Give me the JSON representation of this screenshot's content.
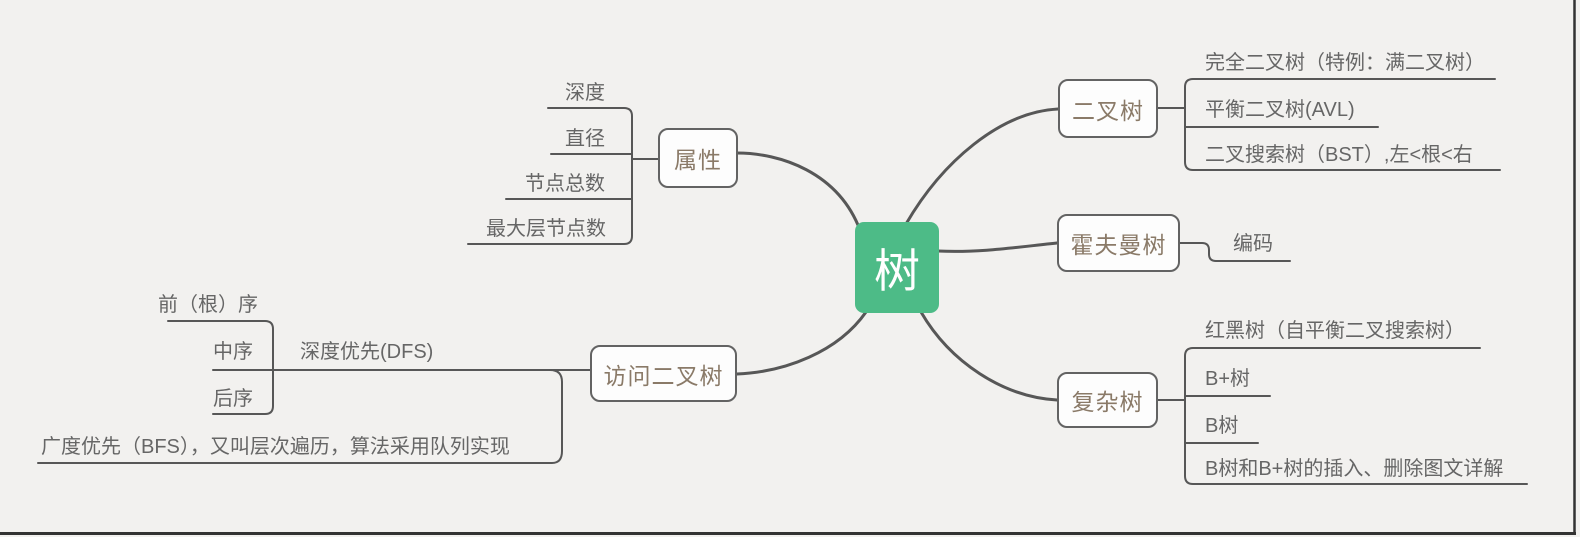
{
  "root": {
    "label": "树"
  },
  "colors": {
    "canvas_bg": "#f2f1ef",
    "root_node_bg": "#4dbb87",
    "root_node_text": "#ffffff",
    "connector_line": "#575757",
    "topic_box_border": "#636363",
    "topic_box_text": "#8a7a68",
    "leaf_text": "#666666",
    "window_edge": "#333333"
  },
  "branches": {
    "attributes": {
      "label": "属性",
      "children": [
        "深度",
        "直径",
        "节点总数",
        "最大层节点数"
      ]
    },
    "binary": {
      "label": "二叉树",
      "children": [
        "完全二叉树（特例：满二叉树）",
        "平衡二叉树(AVL)",
        "二叉搜索树（BST）,左<根<右"
      ]
    },
    "huffman": {
      "label": "霍夫曼树",
      "children": [
        "编码"
      ]
    },
    "complex": {
      "label": "复杂树",
      "children": [
        "红黑树（自平衡二叉搜索树）",
        "B+树",
        "B树",
        "B树和B+树的插入、删除图文详解"
      ]
    },
    "visit": {
      "label": "访问二叉树",
      "dfs": {
        "label": "深度优先(DFS)",
        "children": [
          "前（根）序",
          "中序",
          "后序"
        ]
      },
      "bfs": {
        "label": "广度优先（BFS），又叫层次遍历，算法采用队列实现"
      }
    }
  }
}
